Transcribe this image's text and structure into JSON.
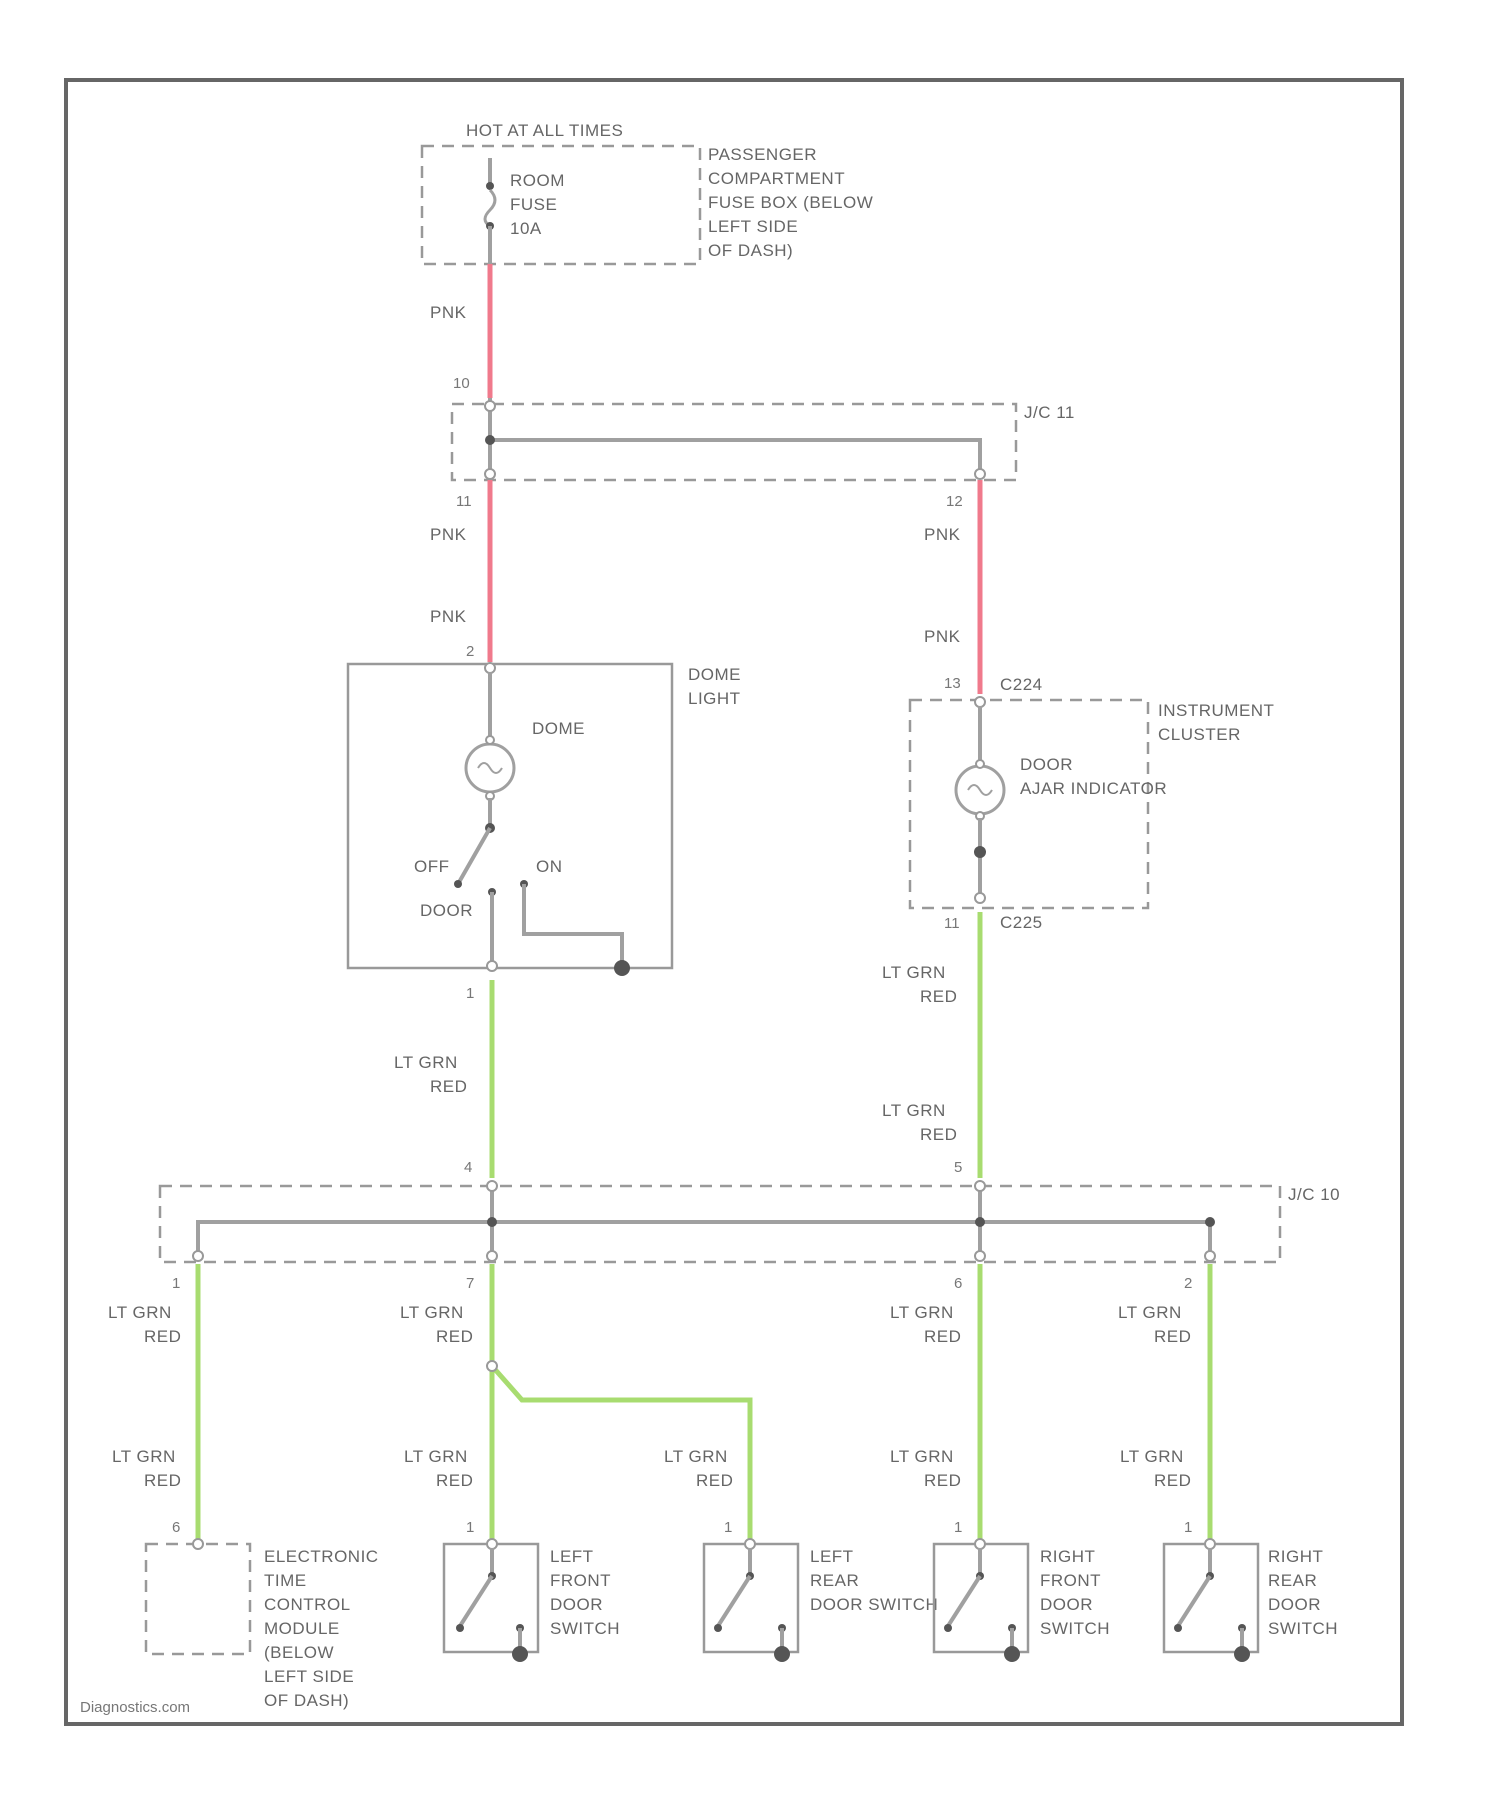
{
  "colors": {
    "wire_pink": "#f07a8c",
    "wire_green": "#a8dc70",
    "wire_gray": "#a0a0a0",
    "frame": "#666666",
    "text": "#666666"
  },
  "fuse_box": {
    "header": "HOT AT ALL TIMES",
    "fuse_lines": [
      "ROOM",
      "FUSE",
      "10A"
    ],
    "desc_lines": [
      "PASSENGER",
      "COMPARTMENT",
      "FUSE BOX (BELOW",
      "LEFT SIDE",
      "OF DASH)"
    ]
  },
  "jc_top": {
    "label": "J/C 11"
  },
  "jc_bottom": {
    "label": "J/C 10"
  },
  "dome_light": {
    "title_lines": [
      "DOME",
      "LIGHT"
    ],
    "bulb_label": "DOME",
    "sw_off": "OFF",
    "sw_on": "ON",
    "sw_door": "DOOR"
  },
  "cluster": {
    "title_lines": [
      "INSTRUMENT",
      "CLUSTER"
    ],
    "bulb_lines": [
      "DOOR",
      "AJAR INDICATOR"
    ],
    "conn_top": "C224",
    "conn_bottom": "C225"
  },
  "pins": {
    "fuse_out": "10",
    "jc11_left": "11",
    "jc11_right": "12",
    "dome_in": "2",
    "dome_out": "1",
    "cluster_in": "13",
    "cluster_out": "11",
    "jc10_left": "4",
    "jc10_right": "5",
    "jc10_b1": "1",
    "jc10_b2": "7",
    "jc10_b3": "6",
    "jc10_b4": "2",
    "etacs": "6",
    "lf": "1",
    "lr": "1",
    "rf": "1",
    "rr": "1"
  },
  "wires": {
    "pink": "PNK",
    "green_l1": "LT GRN",
    "green_l2": "RED"
  },
  "etacs": {
    "lines": [
      "ELECTRONIC",
      "TIME",
      "CONTROL",
      "MODULE",
      "(BELOW",
      "LEFT SIDE",
      "OF DASH)"
    ]
  },
  "lf_switch": {
    "lines": [
      "LEFT",
      "FRONT",
      "DOOR",
      "SWITCH"
    ]
  },
  "lr_switch": {
    "lines": [
      "LEFT",
      "REAR",
      "DOOR SWITCH"
    ]
  },
  "rf_switch": {
    "lines": [
      "RIGHT",
      "FRONT",
      "DOOR",
      "SWITCH"
    ]
  },
  "rr_switch": {
    "lines": [
      "RIGHT",
      "REAR",
      "DOOR",
      "SWITCH"
    ]
  },
  "watermark": "Diagnostics.com"
}
